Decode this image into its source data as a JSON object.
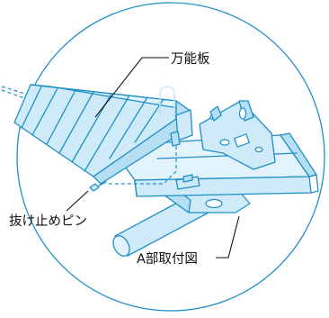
{
  "labels": {
    "board": "万能板",
    "pin": "抜け止めピン",
    "mount": "A部取付図"
  },
  "colors": {
    "line": "#1f8fc9",
    "fill_light": "#cfeaf8",
    "fill_mid": "#b6dff4",
    "fill_pale": "#e2f3fc",
    "text": "#111111"
  }
}
